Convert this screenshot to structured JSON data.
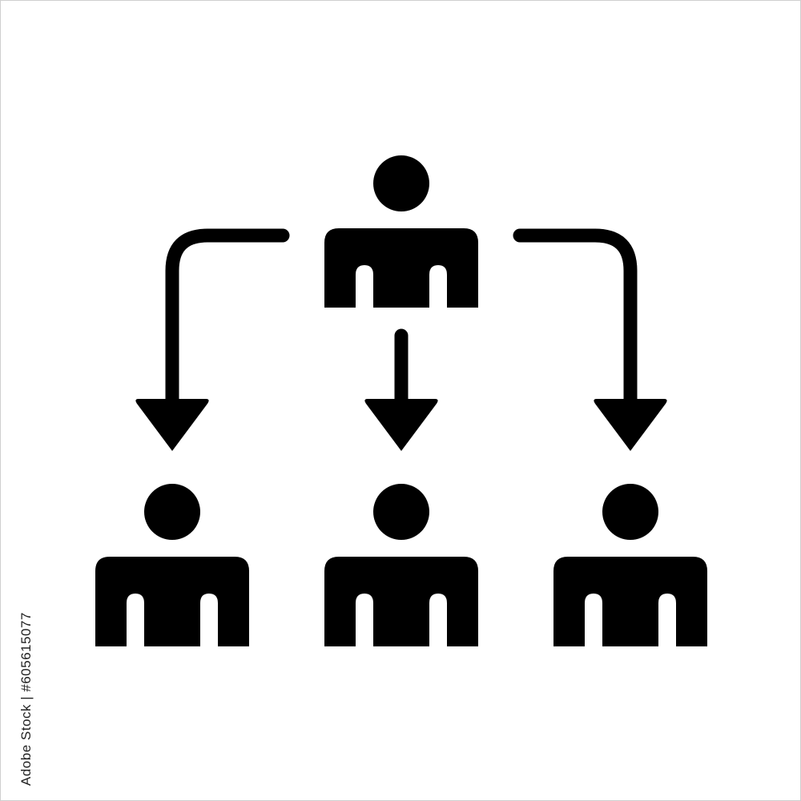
{
  "image": {
    "subject": "organization-hierarchy-icon",
    "people_count": 4,
    "arrow_count": 3,
    "icon_color": "#000000",
    "background_color": "#ffffff"
  },
  "watermark": {
    "stock_id": "Adobe Stock | #605615077"
  }
}
